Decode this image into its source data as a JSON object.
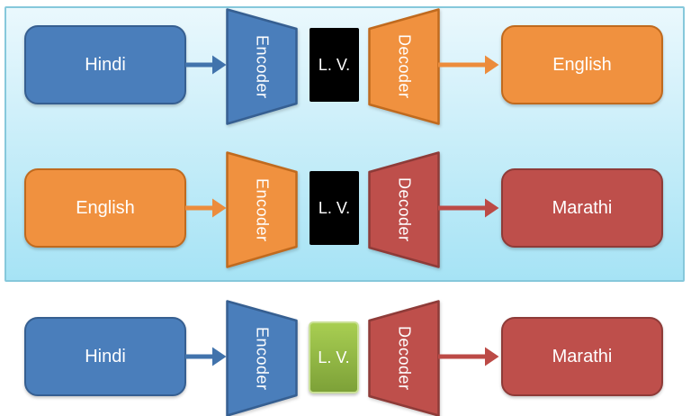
{
  "colors": {
    "canvas_bg": "#FFFFFF",
    "panel_top": "#EAF8FD",
    "panel_bottom": "#A6E3F5",
    "panel_border": "#86C8DB",
    "blue_fill": "#4A7EBB",
    "blue_border": "#365F91",
    "blue_arrow": "#4173AC",
    "orange_fill": "#F0913F",
    "orange_border": "#C06A1E",
    "orange_arrow": "#EC8C3C",
    "red_fill": "#BE4F4B",
    "red_border": "#8E3B38",
    "red_arrow": "#BC4A46",
    "black_fill": "#000000",
    "green_top": "#A8CE52",
    "green_bottom": "#7DA138",
    "green_border": "#C9E095",
    "label_text": "#FFFFFF"
  },
  "rows": [
    {
      "source": "Hindi",
      "encoder": "Encoder",
      "latent": "L. V.",
      "decoder": "Decoder",
      "target": "English"
    },
    {
      "source": "English",
      "encoder": "Encoder",
      "latent": "L. V.",
      "decoder": "Decoder",
      "target": "Marathi"
    },
    {
      "source": "Hindi",
      "encoder": "Encoder",
      "latent": "L. V.",
      "decoder": "Decoder",
      "target": "Marathi"
    }
  ]
}
